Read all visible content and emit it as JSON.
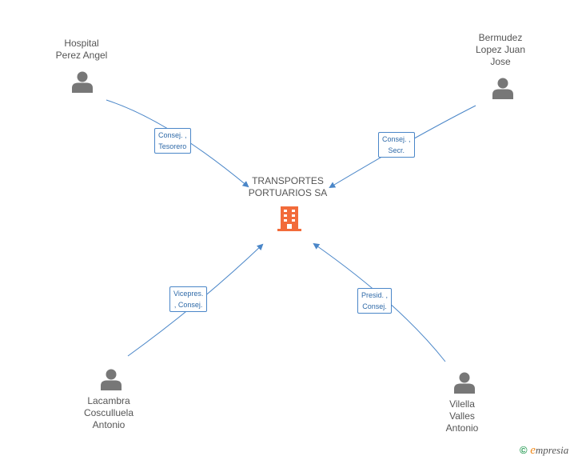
{
  "company": {
    "line1": "TRANSPORTES",
    "line2": "PORTUARIOS SA",
    "icon": "building-icon",
    "color": "#f26b3a"
  },
  "people": [
    {
      "id": "hospital",
      "lines": [
        "Hospital",
        "Perez Angel"
      ],
      "icon": "person-icon"
    },
    {
      "id": "bermudez",
      "lines": [
        "Bermudez",
        "Lopez Juan",
        "Jose"
      ],
      "icon": "person-icon"
    },
    {
      "id": "lacambra",
      "lines": [
        "Lacambra",
        "Cosculluela",
        "Antonio"
      ],
      "icon": "person-icon"
    },
    {
      "id": "vilella",
      "lines": [
        "Vilella",
        "Valles",
        "Antonio"
      ],
      "icon": "person-icon"
    }
  ],
  "roles": [
    {
      "lines": [
        "Consej. ,",
        "Tesorero"
      ]
    },
    {
      "lines": [
        "Consej. ,",
        "Secr."
      ]
    },
    {
      "lines": [
        "Vicepres.",
        ", Consej."
      ]
    },
    {
      "lines": [
        "Presid. ,",
        "Consej."
      ]
    }
  ],
  "footer": {
    "copyright": "©",
    "brand_initial": "e",
    "brand_rest": "mpresia"
  },
  "colors": {
    "link": "#4a86c8",
    "person": "#777777",
    "text": "#555555"
  }
}
